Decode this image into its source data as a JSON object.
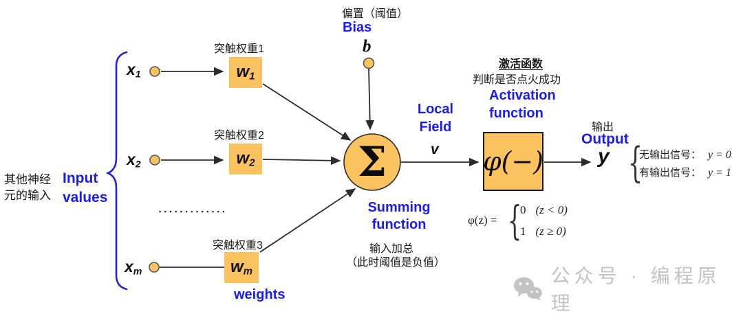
{
  "colors": {
    "accent_blue": "#1a1aff",
    "box_orange": "#fac35f",
    "line_dark": "#2b2b2b",
    "brace_blue": "#2222dd",
    "watermark_gray": "#c3c3c3"
  },
  "inputs": {
    "side_note": "其他神经\n元的输入",
    "brace_label": "Input\nvalues",
    "rows": [
      {
        "base": "x",
        "sub": "1",
        "weight_label": "突触权重1",
        "weight_base": "w",
        "weight_sub": "1"
      },
      {
        "base": "x",
        "sub": "2",
        "weight_label": "突触权重2",
        "weight_base": "w",
        "weight_sub": "2"
      },
      {
        "base": "x",
        "sub": "m",
        "weight_label": "突触权重3",
        "weight_base": "w",
        "weight_sub": "m"
      }
    ],
    "ellipsis": "▪▪▪▪▪▪▪▪▪▪▪▪▪",
    "weights_label": "weights"
  },
  "bias": {
    "label_cn": "偏置（阈值）",
    "label_en": "Bias",
    "symbol": "b"
  },
  "summing": {
    "symbol": "Σ",
    "label_en": "Summing\nfunction",
    "note_cn_1": "输入加总",
    "note_cn_2": "（此时阈值是负值）"
  },
  "local_field": {
    "label_en": "Local\nField",
    "symbol": "v"
  },
  "activation": {
    "title_cn": "激活函数",
    "subtitle_cn": "判断是否点火成功",
    "label_en": "Activation\nfunction",
    "box_symbol": "φ(−)"
  },
  "output": {
    "label_cn": "输出",
    "label_en": "Output",
    "symbol": "y",
    "brace": "{",
    "cases": [
      {
        "label": "无输出信号：",
        "value": "y = 0"
      },
      {
        "label": "有输出信号：",
        "value": "y = 1"
      }
    ]
  },
  "equation": {
    "lhs": "φ(z) =",
    "brace": "{",
    "cases": [
      {
        "value": "0",
        "cond": "(z < 0)"
      },
      {
        "value": "1",
        "cond": "(z ≥ 0)"
      }
    ]
  },
  "watermark": {
    "text": "公众号 · 编程原理"
  }
}
